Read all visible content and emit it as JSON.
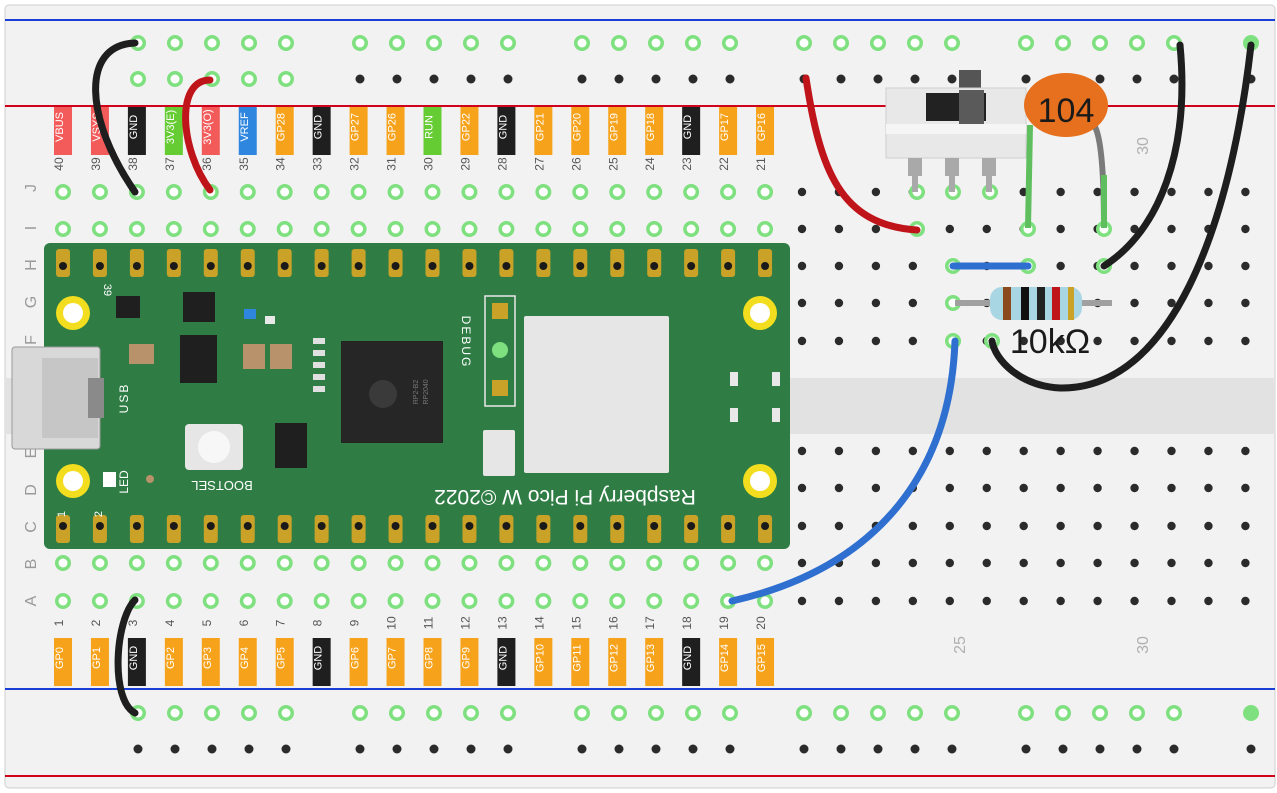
{
  "colors": {
    "board": "#2f7d45",
    "breadboard": "#f0f0f0",
    "rail_red": "#d0021b",
    "rail_blue": "#1a3fd6",
    "hole": "#2b2b2b",
    "hole_active": "#7fe07f",
    "wire_black": "#1e1e1e",
    "wire_red": "#c0141b",
    "wire_blue": "#2f6fd0",
    "capacitor": "#e6701d",
    "switch_body": "#e8e8e8"
  },
  "pico": {
    "brand": "Raspberry Pi Pico W ©2022",
    "usb": "USB",
    "bootsel": "BOOTSEL",
    "led": "LED",
    "debug": "DEBUG",
    "pin_39": "39",
    "pin_1": "1",
    "pin_2": "2",
    "chip_text_1": "RP2-B2",
    "chip_text_2": "RP2040"
  },
  "top_pins": [
    {
      "num": "40",
      "name": "VBUS",
      "color": "#f35b5b"
    },
    {
      "num": "39",
      "name": "VSYS",
      "color": "#f35b5b"
    },
    {
      "num": "38",
      "name": "GND",
      "color": "#1f1f1f"
    },
    {
      "num": "37",
      "name": "3V3(E)",
      "color": "#66cc33"
    },
    {
      "num": "36",
      "name": "3V3(O)",
      "color": "#f35b5b"
    },
    {
      "num": "35",
      "name": "VREF",
      "color": "#2e86de"
    },
    {
      "num": "34",
      "name": "GP28",
      "color": "#f7a21b"
    },
    {
      "num": "33",
      "name": "GND",
      "color": "#1f1f1f"
    },
    {
      "num": "32",
      "name": "GP27",
      "color": "#f7a21b"
    },
    {
      "num": "31",
      "name": "GP26",
      "color": "#f7a21b"
    },
    {
      "num": "30",
      "name": "RUN",
      "color": "#66cc33"
    },
    {
      "num": "29",
      "name": "GP22",
      "color": "#f7a21b"
    },
    {
      "num": "28",
      "name": "GND",
      "color": "#1f1f1f"
    },
    {
      "num": "27",
      "name": "GP21",
      "color": "#f7a21b"
    },
    {
      "num": "26",
      "name": "GP20",
      "color": "#f7a21b"
    },
    {
      "num": "25",
      "name": "GP19",
      "color": "#f7a21b"
    },
    {
      "num": "24",
      "name": "GP18",
      "color": "#f7a21b"
    },
    {
      "num": "23",
      "name": "GND",
      "color": "#1f1f1f"
    },
    {
      "num": "22",
      "name": "GP17",
      "color": "#f7a21b"
    },
    {
      "num": "21",
      "name": "GP16",
      "color": "#f7a21b"
    }
  ],
  "bottom_pins": [
    {
      "num": "1",
      "name": "GP0",
      "color": "#f7a21b"
    },
    {
      "num": "2",
      "name": "GP1",
      "color": "#f7a21b"
    },
    {
      "num": "3",
      "name": "GND",
      "color": "#1f1f1f"
    },
    {
      "num": "4",
      "name": "GP2",
      "color": "#f7a21b"
    },
    {
      "num": "5",
      "name": "GP3",
      "color": "#f7a21b"
    },
    {
      "num": "6",
      "name": "GP4",
      "color": "#f7a21b"
    },
    {
      "num": "7",
      "name": "GP5",
      "color": "#f7a21b"
    },
    {
      "num": "8",
      "name": "GND",
      "color": "#1f1f1f"
    },
    {
      "num": "9",
      "name": "GP6",
      "color": "#f7a21b"
    },
    {
      "num": "10",
      "name": "GP7",
      "color": "#f7a21b"
    },
    {
      "num": "11",
      "name": "GP8",
      "color": "#f7a21b"
    },
    {
      "num": "12",
      "name": "GP9",
      "color": "#f7a21b"
    },
    {
      "num": "13",
      "name": "GND",
      "color": "#1f1f1f"
    },
    {
      "num": "14",
      "name": "GP10",
      "color": "#f7a21b"
    },
    {
      "num": "15",
      "name": "GP11",
      "color": "#f7a21b"
    },
    {
      "num": "16",
      "name": "GP12",
      "color": "#f7a21b"
    },
    {
      "num": "17",
      "name": "GP13",
      "color": "#f7a21b"
    },
    {
      "num": "18",
      "name": "GND",
      "color": "#1f1f1f"
    },
    {
      "num": "19",
      "name": "GP14",
      "color": "#f7a21b"
    },
    {
      "num": "20",
      "name": "GP15",
      "color": "#f7a21b"
    }
  ],
  "row_letters_top": [
    "J",
    "I",
    "H",
    "G",
    "F"
  ],
  "row_letters_bottom": [
    "E",
    "D",
    "C",
    "B",
    "A"
  ],
  "column_markers": [
    {
      "text": "25",
      "pos": "bottom"
    },
    {
      "text": "30",
      "pos": "bottom"
    },
    {
      "text": "30",
      "pos": "top"
    }
  ],
  "components": {
    "capacitor_label": "104",
    "resistor_label": "10kΩ"
  }
}
